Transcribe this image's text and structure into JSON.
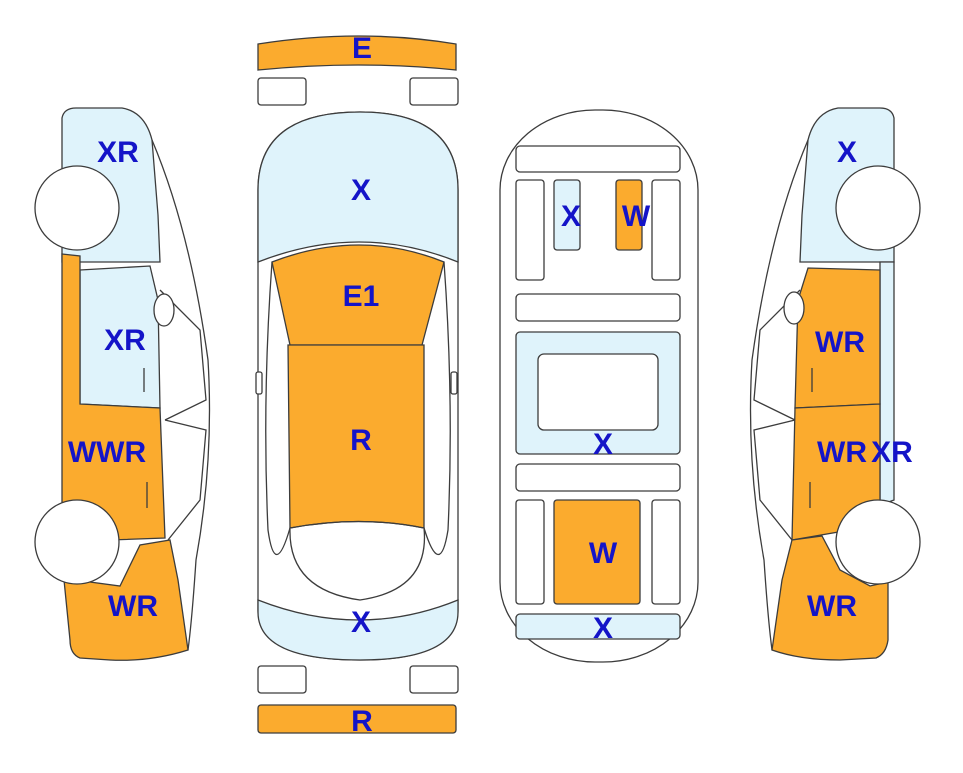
{
  "colors": {
    "orange": "#fbab2e",
    "lightblue": "#dff3fb",
    "outline": "#3c3c3c",
    "label": "#1414c8",
    "background": "#ffffff"
  },
  "labels": {
    "front_bumper": "E",
    "rear_bumper": "R",
    "hood": "X",
    "roof_front": "E1",
    "roof_rear": "R",
    "trunk": "X",
    "cabin_left_pad": "X",
    "cabin_right_pad": "W",
    "cabin_floor": "X",
    "cabin_rear_pad": "W",
    "cabin_trunk_strip": "X",
    "left_fender": "XR",
    "left_front_door": "XR",
    "left_rear_door": "WWR",
    "left_quarter": "WR",
    "right_fender": "X",
    "right_front_door": "WR",
    "right_rear_door": "WR",
    "right_rear_pillar": "XR",
    "right_quarter": "WR"
  }
}
